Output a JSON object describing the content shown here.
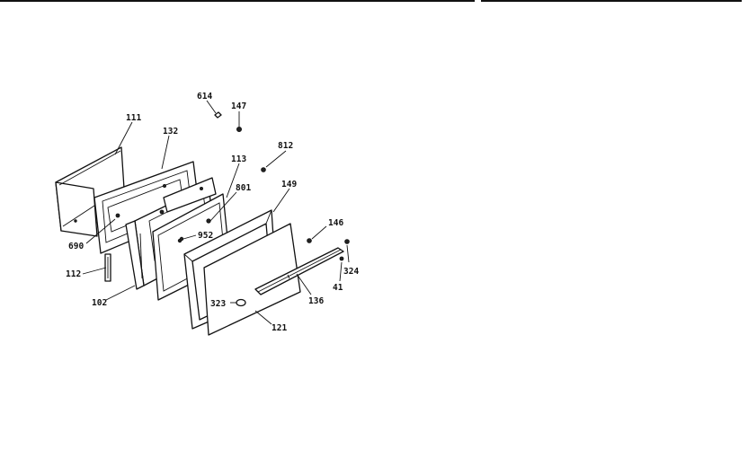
{
  "diagram": {
    "part_labels": {
      "p614": "614",
      "p147": "147",
      "p111": "111",
      "p132": "132",
      "p812": "812",
      "p113": "113",
      "p801": "801",
      "p149": "149",
      "p690": "690",
      "p952": "952",
      "p146": "146",
      "p112": "112",
      "p324": "324",
      "p41": "41",
      "p102": "102",
      "p136": "136",
      "p323": "323",
      "p121": "121"
    }
  }
}
